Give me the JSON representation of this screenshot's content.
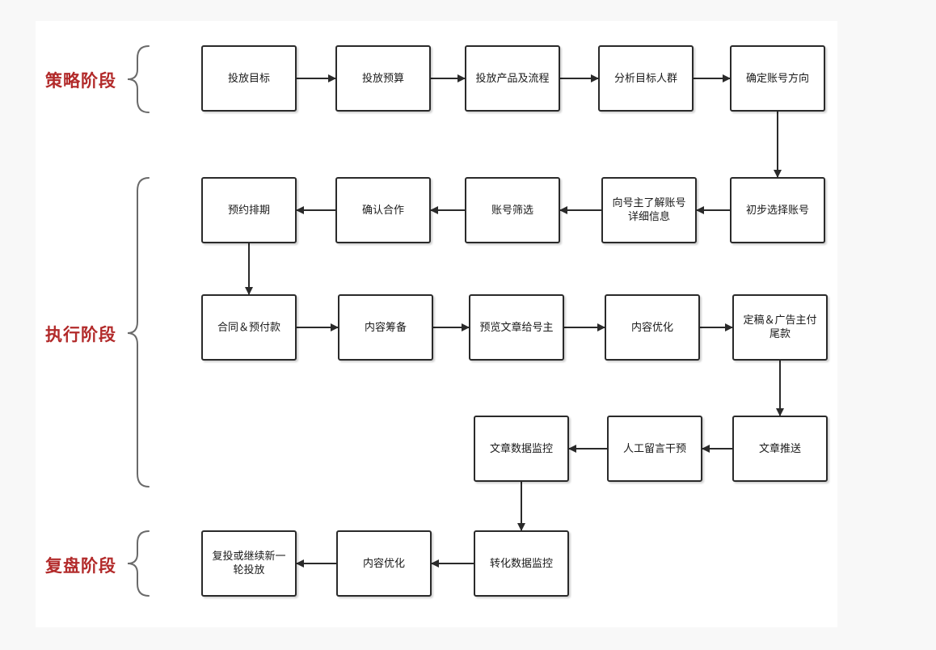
{
  "stages": [
    {
      "id": "strategy",
      "label": "策略阶段"
    },
    {
      "id": "execution",
      "label": "执行阶段"
    },
    {
      "id": "review",
      "label": "复盘阶段"
    }
  ],
  "nodes": [
    {
      "id": "n1",
      "label": "投放目标"
    },
    {
      "id": "n2",
      "label": "投放预算"
    },
    {
      "id": "n3",
      "label": "投放产品及流程"
    },
    {
      "id": "n4",
      "label": "分析目标人群"
    },
    {
      "id": "n5",
      "label": "确定账号方向"
    },
    {
      "id": "n6",
      "label": "初步选择账号"
    },
    {
      "id": "n7",
      "label": "向号主了解账号详细信息"
    },
    {
      "id": "n8",
      "label": "账号筛选"
    },
    {
      "id": "n9",
      "label": "确认合作"
    },
    {
      "id": "n10",
      "label": "预约排期"
    },
    {
      "id": "n11",
      "label": "合同＆预付款"
    },
    {
      "id": "n12",
      "label": "内容筹备"
    },
    {
      "id": "n13",
      "label": "预览文章给号主"
    },
    {
      "id": "n14",
      "label": "内容优化"
    },
    {
      "id": "n15",
      "label": "定稿＆广告主付尾款"
    },
    {
      "id": "n16",
      "label": "文章推送"
    },
    {
      "id": "n17",
      "label": "人工留言干预"
    },
    {
      "id": "n18",
      "label": "文章数据监控"
    },
    {
      "id": "n19",
      "label": "转化数据监控"
    },
    {
      "id": "n20",
      "label": "内容优化"
    },
    {
      "id": "n21",
      "label": "复投或继续新一轮投放"
    }
  ],
  "edges": [
    [
      "n1",
      "n2"
    ],
    [
      "n2",
      "n3"
    ],
    [
      "n3",
      "n4"
    ],
    [
      "n4",
      "n5"
    ],
    [
      "n5",
      "n6"
    ],
    [
      "n6",
      "n7"
    ],
    [
      "n7",
      "n8"
    ],
    [
      "n8",
      "n9"
    ],
    [
      "n9",
      "n10"
    ],
    [
      "n10",
      "n11"
    ],
    [
      "n11",
      "n12"
    ],
    [
      "n12",
      "n13"
    ],
    [
      "n13",
      "n14"
    ],
    [
      "n14",
      "n15"
    ],
    [
      "n15",
      "n16"
    ],
    [
      "n16",
      "n17"
    ],
    [
      "n17",
      "n18"
    ],
    [
      "n18",
      "n19"
    ],
    [
      "n19",
      "n20"
    ],
    [
      "n20",
      "n21"
    ]
  ]
}
